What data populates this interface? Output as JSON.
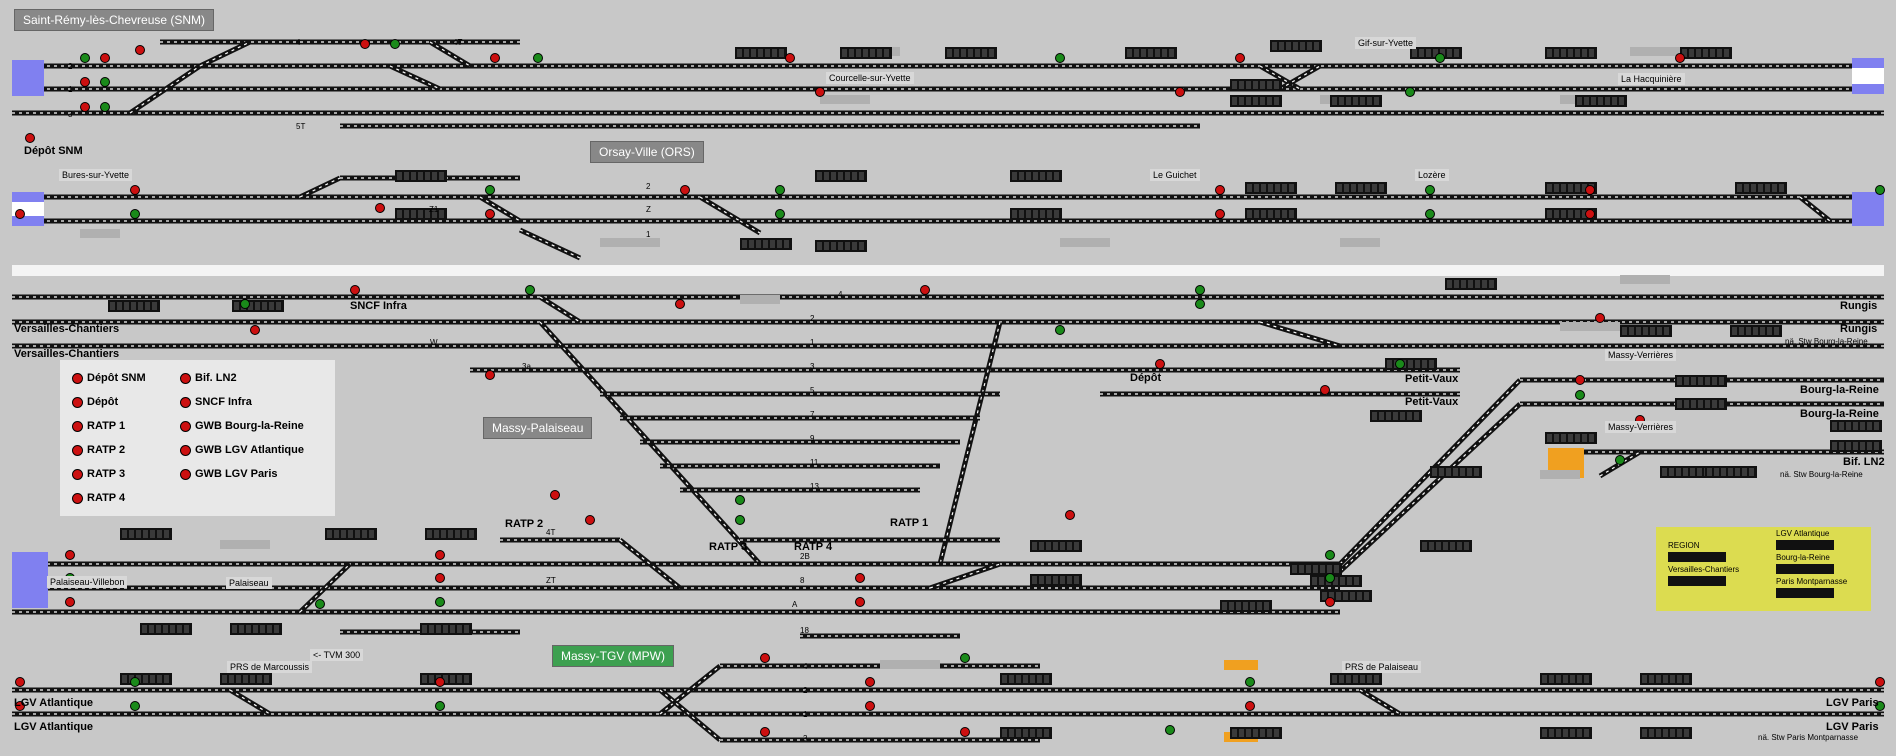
{
  "sections": {
    "snm": "Saint-Rémy-lès-Chevreuse (SNM)",
    "ors": "Orsay-Ville (ORS)",
    "massy_pal": "Massy-Palaiseau",
    "mpw": "Massy-TGV (MPW)"
  },
  "stations": {
    "depot_snm": "Dépôt SNM",
    "courcelle": "Courcelle-sur-Yvette",
    "gif": "Gif-sur-Yvette",
    "hacquiniere": "La Hacquinière",
    "bures": "Bures-sur-Yvette",
    "guichet": "Le Guichet",
    "lozere": "Lozère",
    "sncf_infra": "SNCF Infra",
    "versailles1": "Versailles-Chantiers",
    "versailles2": "Versailles-Chantiers",
    "rungis1": "Rungis",
    "rungis2": "Rungis",
    "na_bourg": "nä. Stw Bourg-la-Reine",
    "massy_verr1": "Massy-Verrières",
    "massy_verr2": "Massy-Verrières",
    "bourg1": "Bourg-la-Reine",
    "bourg2": "Bourg-la-Reine",
    "bif_ln2": "Bif. LN2",
    "na_bourg2": "nä. Stw Bourg-la-Reine",
    "depot": "Dépôt",
    "petit_vaux1": "Petit-Vaux",
    "petit_vaux2": "Petit-Vaux",
    "ratp1": "RATP 1",
    "ratp2": "RATP 2",
    "ratp3": "RATP 3",
    "ratp4": "RATP 4",
    "palaiseau_villebon": "Palaiseau-Villebon",
    "palaiseau": "Palaiseau",
    "prs_marcoussis": "PRS de Marcoussis",
    "tvm300": "<- TVM 300",
    "lgv_atl1": "LGV Atlantique",
    "lgv_atl2": "LGV Atlantique",
    "prs_palaiseau": "PRS de Palaiseau",
    "lgv_paris1": "LGV Paris",
    "lgv_paris2": "LGV Paris",
    "na_montparnasse": "nä. Stw Paris Montparnasse"
  },
  "tracks": {
    "t2": "2",
    "t1": "1",
    "t3": "3",
    "t4": "4",
    "t4T": "4T",
    "t5T": "5T",
    "z1": "Z1",
    "z": "Z",
    "w": "W",
    "t3a": "3a",
    "t5": "5",
    "t7": "7",
    "t9": "9",
    "t11": "11",
    "t13": "13",
    "t2b": "2B",
    "t8": "8",
    "t18": "18",
    "zt": "ZT",
    "a": "A"
  },
  "legend": {
    "items": [
      "Dépôt SNM",
      "Dépôt",
      "RATP 1",
      "RATP 2",
      "RATP 3",
      "RATP 4"
    ],
    "items2": [
      "Bif. LN2",
      "SNCF Infra",
      "GWB Bourg-la-Reine",
      "GWB LGV Atlantique",
      "GWB LGV Paris"
    ]
  },
  "region_box": {
    "region": "REGION",
    "versailles": "Versailles-Chantiers",
    "lgv_atl": "LGV Atlantique",
    "bourg": "Bourg-la-Reine",
    "montparnasse": "Paris Montparnasse"
  },
  "colors": {
    "background": "#c8c8c8",
    "track": "#111111",
    "signal_red": "#cc1010",
    "signal_green": "#1a8a1a",
    "panel_white": "#f4f4f4",
    "region_yellow": "#dcdc50",
    "exit_blue": "#8080f0",
    "highlight_orange": "#f0a020"
  }
}
